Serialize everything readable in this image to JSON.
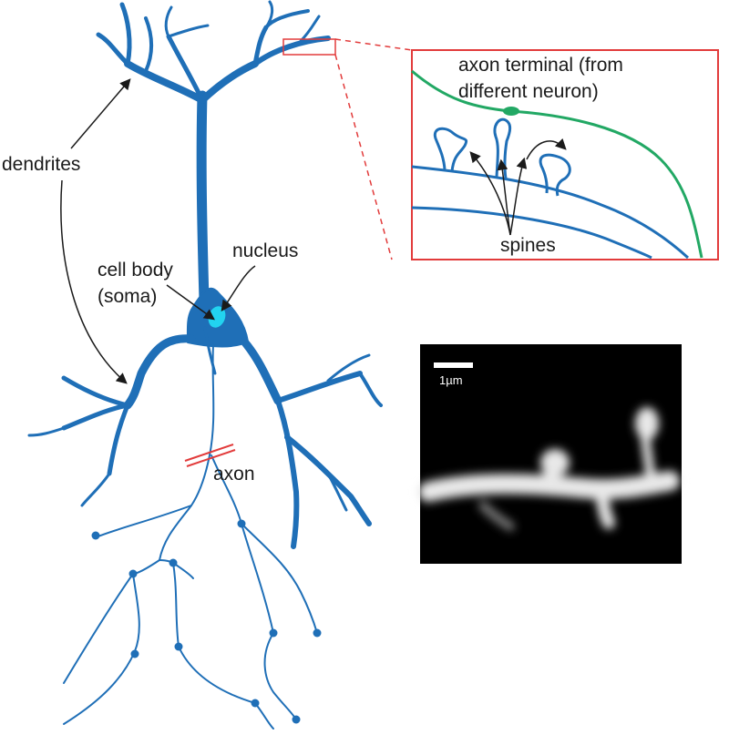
{
  "labels": {
    "dendrites": "dendrites",
    "cell_body_line1": "cell body",
    "cell_body_line2": "(soma)",
    "nucleus": "nucleus",
    "axon": "axon",
    "axon_terminal_line1": "axon terminal (from",
    "axon_terminal_line2": "different neuron)",
    "spines": "spines",
    "scale_bar": "1µm"
  },
  "colors": {
    "neuron": "#1f6fb7",
    "nucleus": "#22d3f0",
    "inset_border": "#e23b3b",
    "axon_terminal": "#22a864",
    "annotation": "#1a1a1a",
    "micrograph_bg": "#000000"
  }
}
